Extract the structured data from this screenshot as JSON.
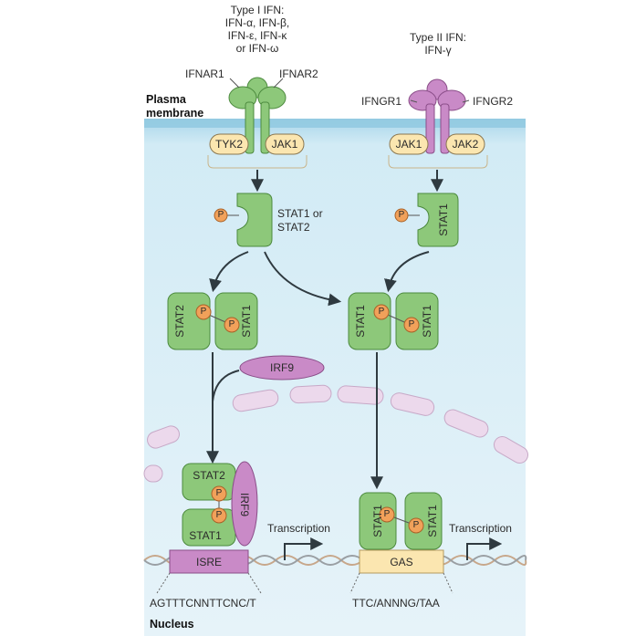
{
  "type1": {
    "title_lines": [
      "Type I IFN:",
      "IFN-α, IFN-β,",
      "IFN-ε, IFN-κ",
      "or IFN-ω"
    ],
    "receptor1": "IFNAR1",
    "receptor2": "IFNAR2",
    "kinase1": "TYK2",
    "kinase2": "JAK1",
    "stat_label_lines": [
      "STAT1 or",
      "STAT2"
    ],
    "dimer_left": "STAT2",
    "dimer_right": "STAT1",
    "irf": "IRF9",
    "nuc_top": "STAT2",
    "nuc_bottom": "STAT1",
    "nuc_irf": "IRF9",
    "element": "ISRE",
    "sequence": "AGTTTCNNTTCNC/T"
  },
  "type2": {
    "title_lines": [
      "Type II IFN:",
      "IFN-γ"
    ],
    "receptor1": "IFNGR1",
    "receptor2": "IFNGR2",
    "kinase1": "JAK1",
    "kinase2": "JAK2",
    "stat_single": "STAT1",
    "dimer_left": "STAT1",
    "dimer_right": "STAT1",
    "nuc_left": "STAT1",
    "nuc_right": "STAT1",
    "element": "GAS",
    "sequence": "TTC/ANNNG/TAA"
  },
  "phospho": "P",
  "plasma_membrane_lines": [
    "Plasma",
    "membrane"
  ],
  "nucleus": "Nucleus",
  "transcription": "Transcription",
  "colors": {
    "cytoplasm": "#cde9f3",
    "membrane": "#8fc8e0",
    "stat_fill": "#8dc87a",
    "stat_stroke": "#4c8a3e",
    "receptor_type1": "#7fc26a",
    "receptor_type2": "#c98ac7",
    "irf9": "#c98ac7",
    "kinase_fill": "#fbe6b0",
    "phospho_fill": "#f1a15a",
    "isre_box": "#c98ac7",
    "gas_box": "#fbe6b0",
    "nuclear_envelope": "#ead7ea"
  }
}
